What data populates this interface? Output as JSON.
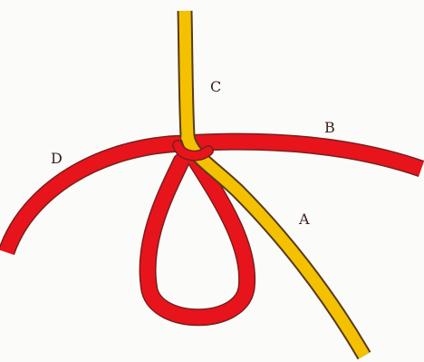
{
  "diagram": {
    "labels": {
      "a": "A",
      "b": "B",
      "c": "C",
      "d": "D"
    },
    "colors": {
      "red_rope": "#e8141b",
      "red_rope_edge": "#7a1e1e",
      "yellow_rope": "#f4c100",
      "yellow_rope_edge": "#5a3a18",
      "background": "#fbfbf9"
    }
  }
}
